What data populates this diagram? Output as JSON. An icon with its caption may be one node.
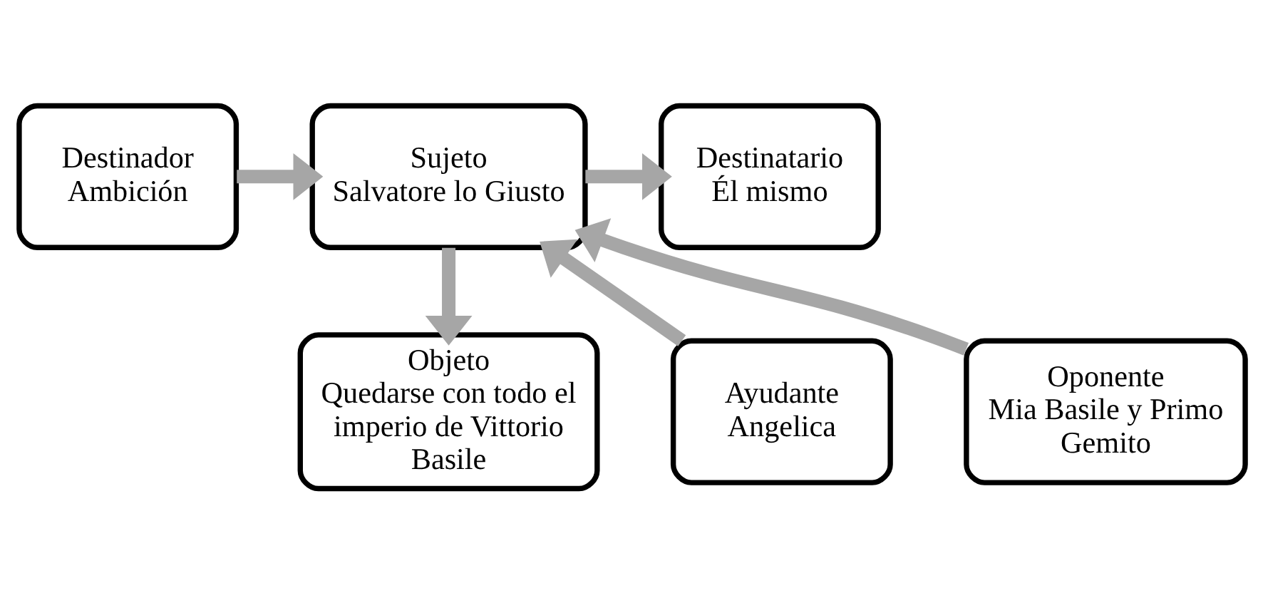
{
  "diagram": {
    "nodes": [
      {
        "text": [
          "Destinador",
          "Ambición"
        ]
      },
      {
        "text": [
          "Sujeto",
          "Salvatore lo Giusto"
        ]
      },
      {
        "text": [
          "Destinatario",
          "Él mismo"
        ]
      },
      {
        "text": [
          "Ayudante",
          "Angelica"
        ]
      },
      {
        "text": [
          "Objeto",
          "Quedarse con todo el imperio de Vittorio Basile"
        ]
      },
      {
        "text": [
          "Oponente",
          "Mia Basile y Primo Gemito"
        ]
      }
    ],
    "edges": [
      {
        "from": 0,
        "to": 1,
        "arrow": "to"
      },
      {
        "from": 1,
        "to": 2,
        "arrow": "to"
      },
      {
        "from": 1,
        "to": 4,
        "arrow": "to"
      },
      {
        "from": 3,
        "to": 1,
        "arrow": "to"
      },
      {
        "from": 5,
        "to": 1,
        "arrow": "to"
      }
    ]
  }
}
